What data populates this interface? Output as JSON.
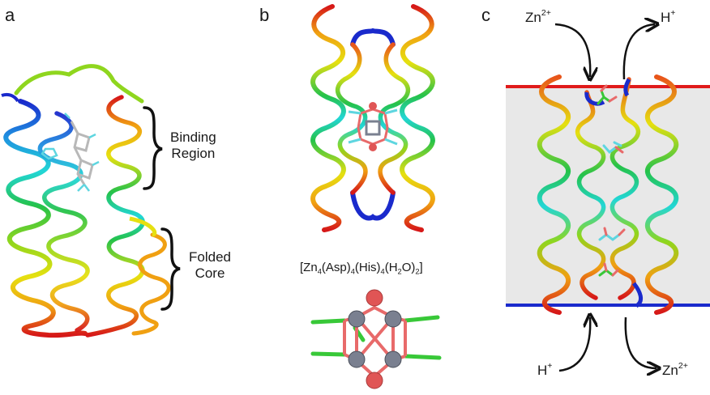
{
  "panels": {
    "a": {
      "letter": "a",
      "binding_region": [
        "Binding",
        "Region"
      ],
      "folded_core": [
        "Folded",
        "Core"
      ]
    },
    "b": {
      "letter": "b",
      "formula": {
        "open": "[Zn",
        "n1": "4",
        "asp": "(Asp)",
        "n2": "4",
        "his": "(His)",
        "n3": "4",
        "water": "(H",
        "n4": "2",
        "water_close": "O)",
        "n5": "2",
        "close": "]"
      }
    },
    "c": {
      "letter": "c",
      "zinc_in": {
        "symbol": "Zn",
        "charge": "2+"
      },
      "proton_out": {
        "symbol": "H",
        "charge": "+"
      },
      "proton_in": {
        "symbol": "H",
        "charge": "+"
      },
      "zinc_out": {
        "symbol": "Zn",
        "charge": "2+"
      }
    }
  },
  "colors": {
    "rainbow": [
      "#1a2acc",
      "#1f8fe0",
      "#22d6d6",
      "#25c24a",
      "#8fd61e",
      "#e6e010",
      "#f0a012",
      "#e8541a",
      "#d61818"
    ],
    "membrane_fill": "#e8e8e8",
    "membrane_top": "#e01b1b",
    "membrane_bottom": "#1a2acc",
    "zinc": "#7a8090",
    "oxygen": "#e05555",
    "ligand_green": "#38c838",
    "stick_red": "#e86a6a",
    "stick_cyan": "#5ed6e0"
  },
  "icons": [
    "curly-brace-icon",
    "curved-arrow-icon",
    "zinc-atom-icon",
    "oxygen-atom-icon"
  ]
}
